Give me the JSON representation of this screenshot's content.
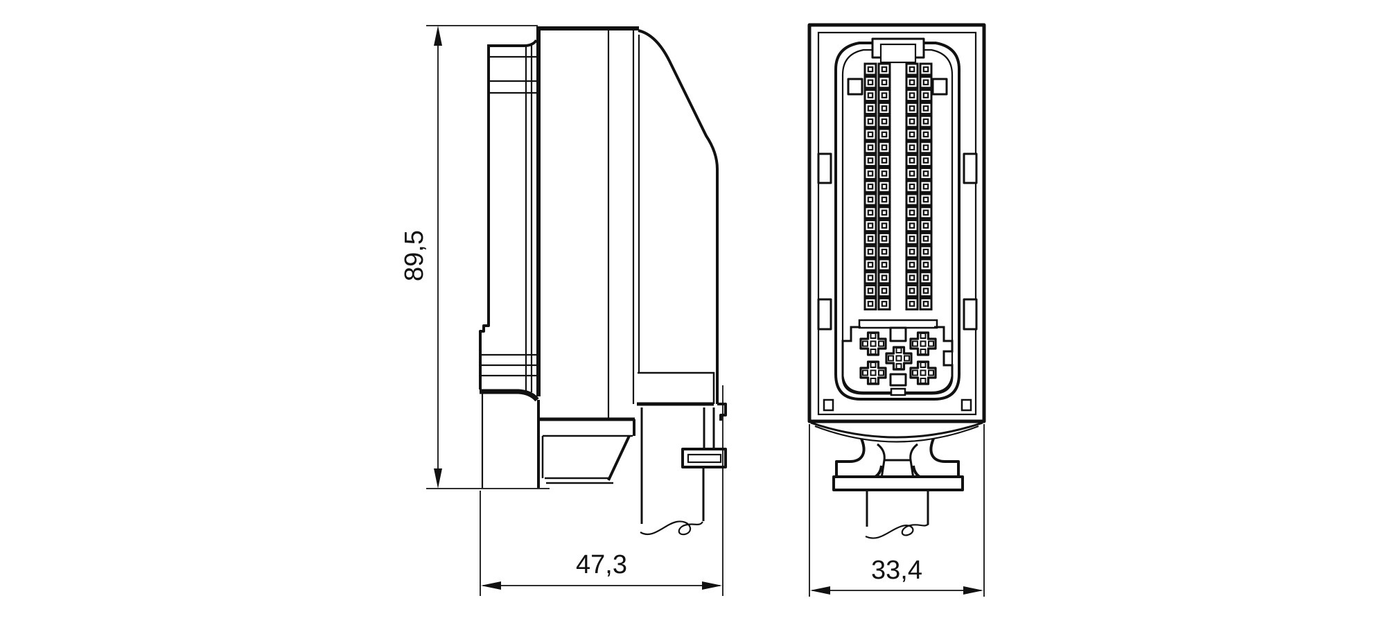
{
  "drawing": {
    "background_color": "#ffffff",
    "line_color": "#111111"
  },
  "views": {
    "side_view": {
      "dim_height": "89,5",
      "dim_width": "47,3"
    },
    "front_view": {
      "dim_width": "33,4",
      "pin_grid": {
        "groups": 2,
        "columns_per_group": 2,
        "rows": 19
      },
      "power_contacts": 5
    }
  }
}
